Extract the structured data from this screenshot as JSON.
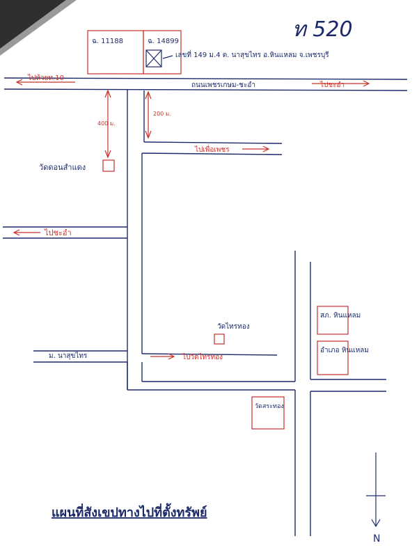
{
  "page_ref": "ท 520",
  "land_plots": {
    "left_deed": "ฉ. 11188",
    "right_deed": "ฉ. 14899"
  },
  "address_note": "เลขที่ 149 ม.4 ต. นาสุขไทร อ.หินแหลม จ.เพชรบุรี",
  "roads": {
    "top_left_arrow": "ไปห้วยท.10",
    "main_road": "ถนนเพชรเกษม-ชะอำ",
    "top_right_arrow": "ไปชะอำ",
    "mid_right_arrow": "ไปเพื่อเพชร",
    "left_arrow": "ไปชะอำ",
    "lower_left_road": "ม. นาสุขไทร",
    "lower_mid_arrow": "ไปวัดไทรทอง"
  },
  "distances": {
    "left_vertical": "400 ม.",
    "right_vertical": "200 ม."
  },
  "landmarks": {
    "temple_west": "วัดดอนสำแดง",
    "temple_center": "วัดไทรทอง",
    "police": "สภ. หินแหลม",
    "district": "อำเภอ หินแหลม",
    "temple_south": "วัดสระทอง"
  },
  "title": "แผนที่สังเขปทางไปที่ตั้งทรัพย์",
  "compass": "N",
  "colors": {
    "ink_blue": "#1c2a6a",
    "ink_red": "#c8302a"
  }
}
